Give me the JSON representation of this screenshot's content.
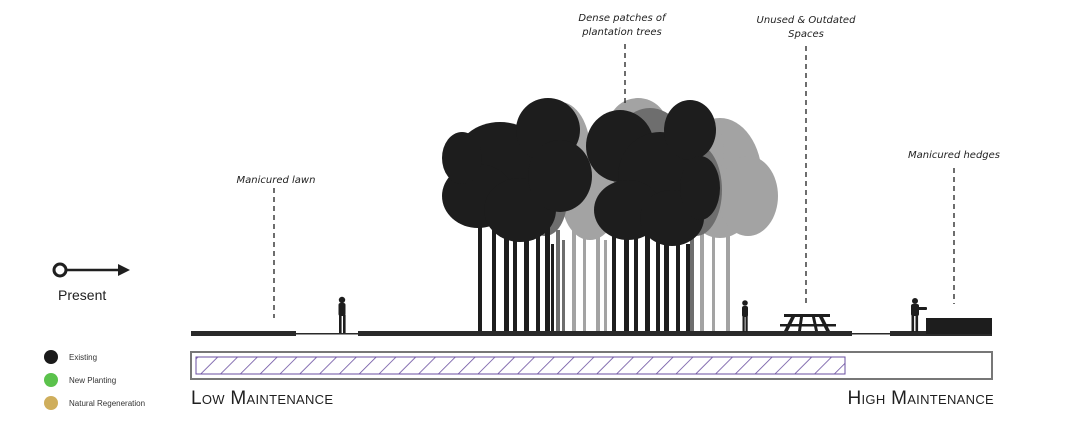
{
  "annotations": {
    "lawn": "Manicured lawn",
    "trees": [
      "Dense patches of",
      "plantation trees"
    ],
    "spaces": [
      "Unused & Outdated",
      "Spaces"
    ],
    "hedges": "Manicured hedges"
  },
  "timeline": {
    "label": "Present"
  },
  "legend": [
    {
      "label": "Existing",
      "color": "#1a1a1a"
    },
    {
      "label": "New Planting",
      "color": "#5bc24c"
    },
    {
      "label": "Natural Regeneration",
      "color": "#cfae5c"
    }
  ],
  "maintenance_scale": {
    "low_label": "Low Maintenance",
    "high_label": "High Maintenance",
    "fill_fraction": 0.82,
    "bar_border_color": "#777777",
    "hatch_color": "#6a4fa0"
  },
  "colors": {
    "existing": "#1f1f1f",
    "background_trees": "#9a9a9a",
    "mid_trees": "#6e6e6e",
    "ground": "#2a2a2a"
  }
}
